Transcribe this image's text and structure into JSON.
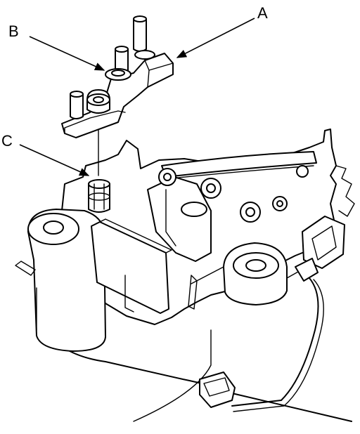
{
  "diagram": {
    "callouts": [
      {
        "id": "A",
        "text": "A"
      },
      {
        "id": "B",
        "text": "B"
      },
      {
        "id": "C",
        "text": "C"
      }
    ],
    "colors": {
      "line": "#000000",
      "background": "#ffffff"
    }
  }
}
